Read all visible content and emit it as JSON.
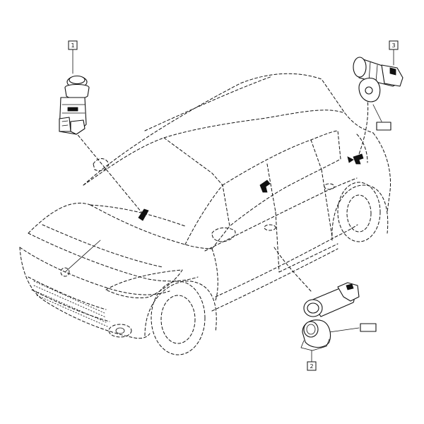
{
  "diagram": {
    "line_color": "#111111",
    "callouts": [
      {
        "label": "1"
      },
      {
        "label": "2"
      },
      {
        "label": "3"
      }
    ]
  }
}
